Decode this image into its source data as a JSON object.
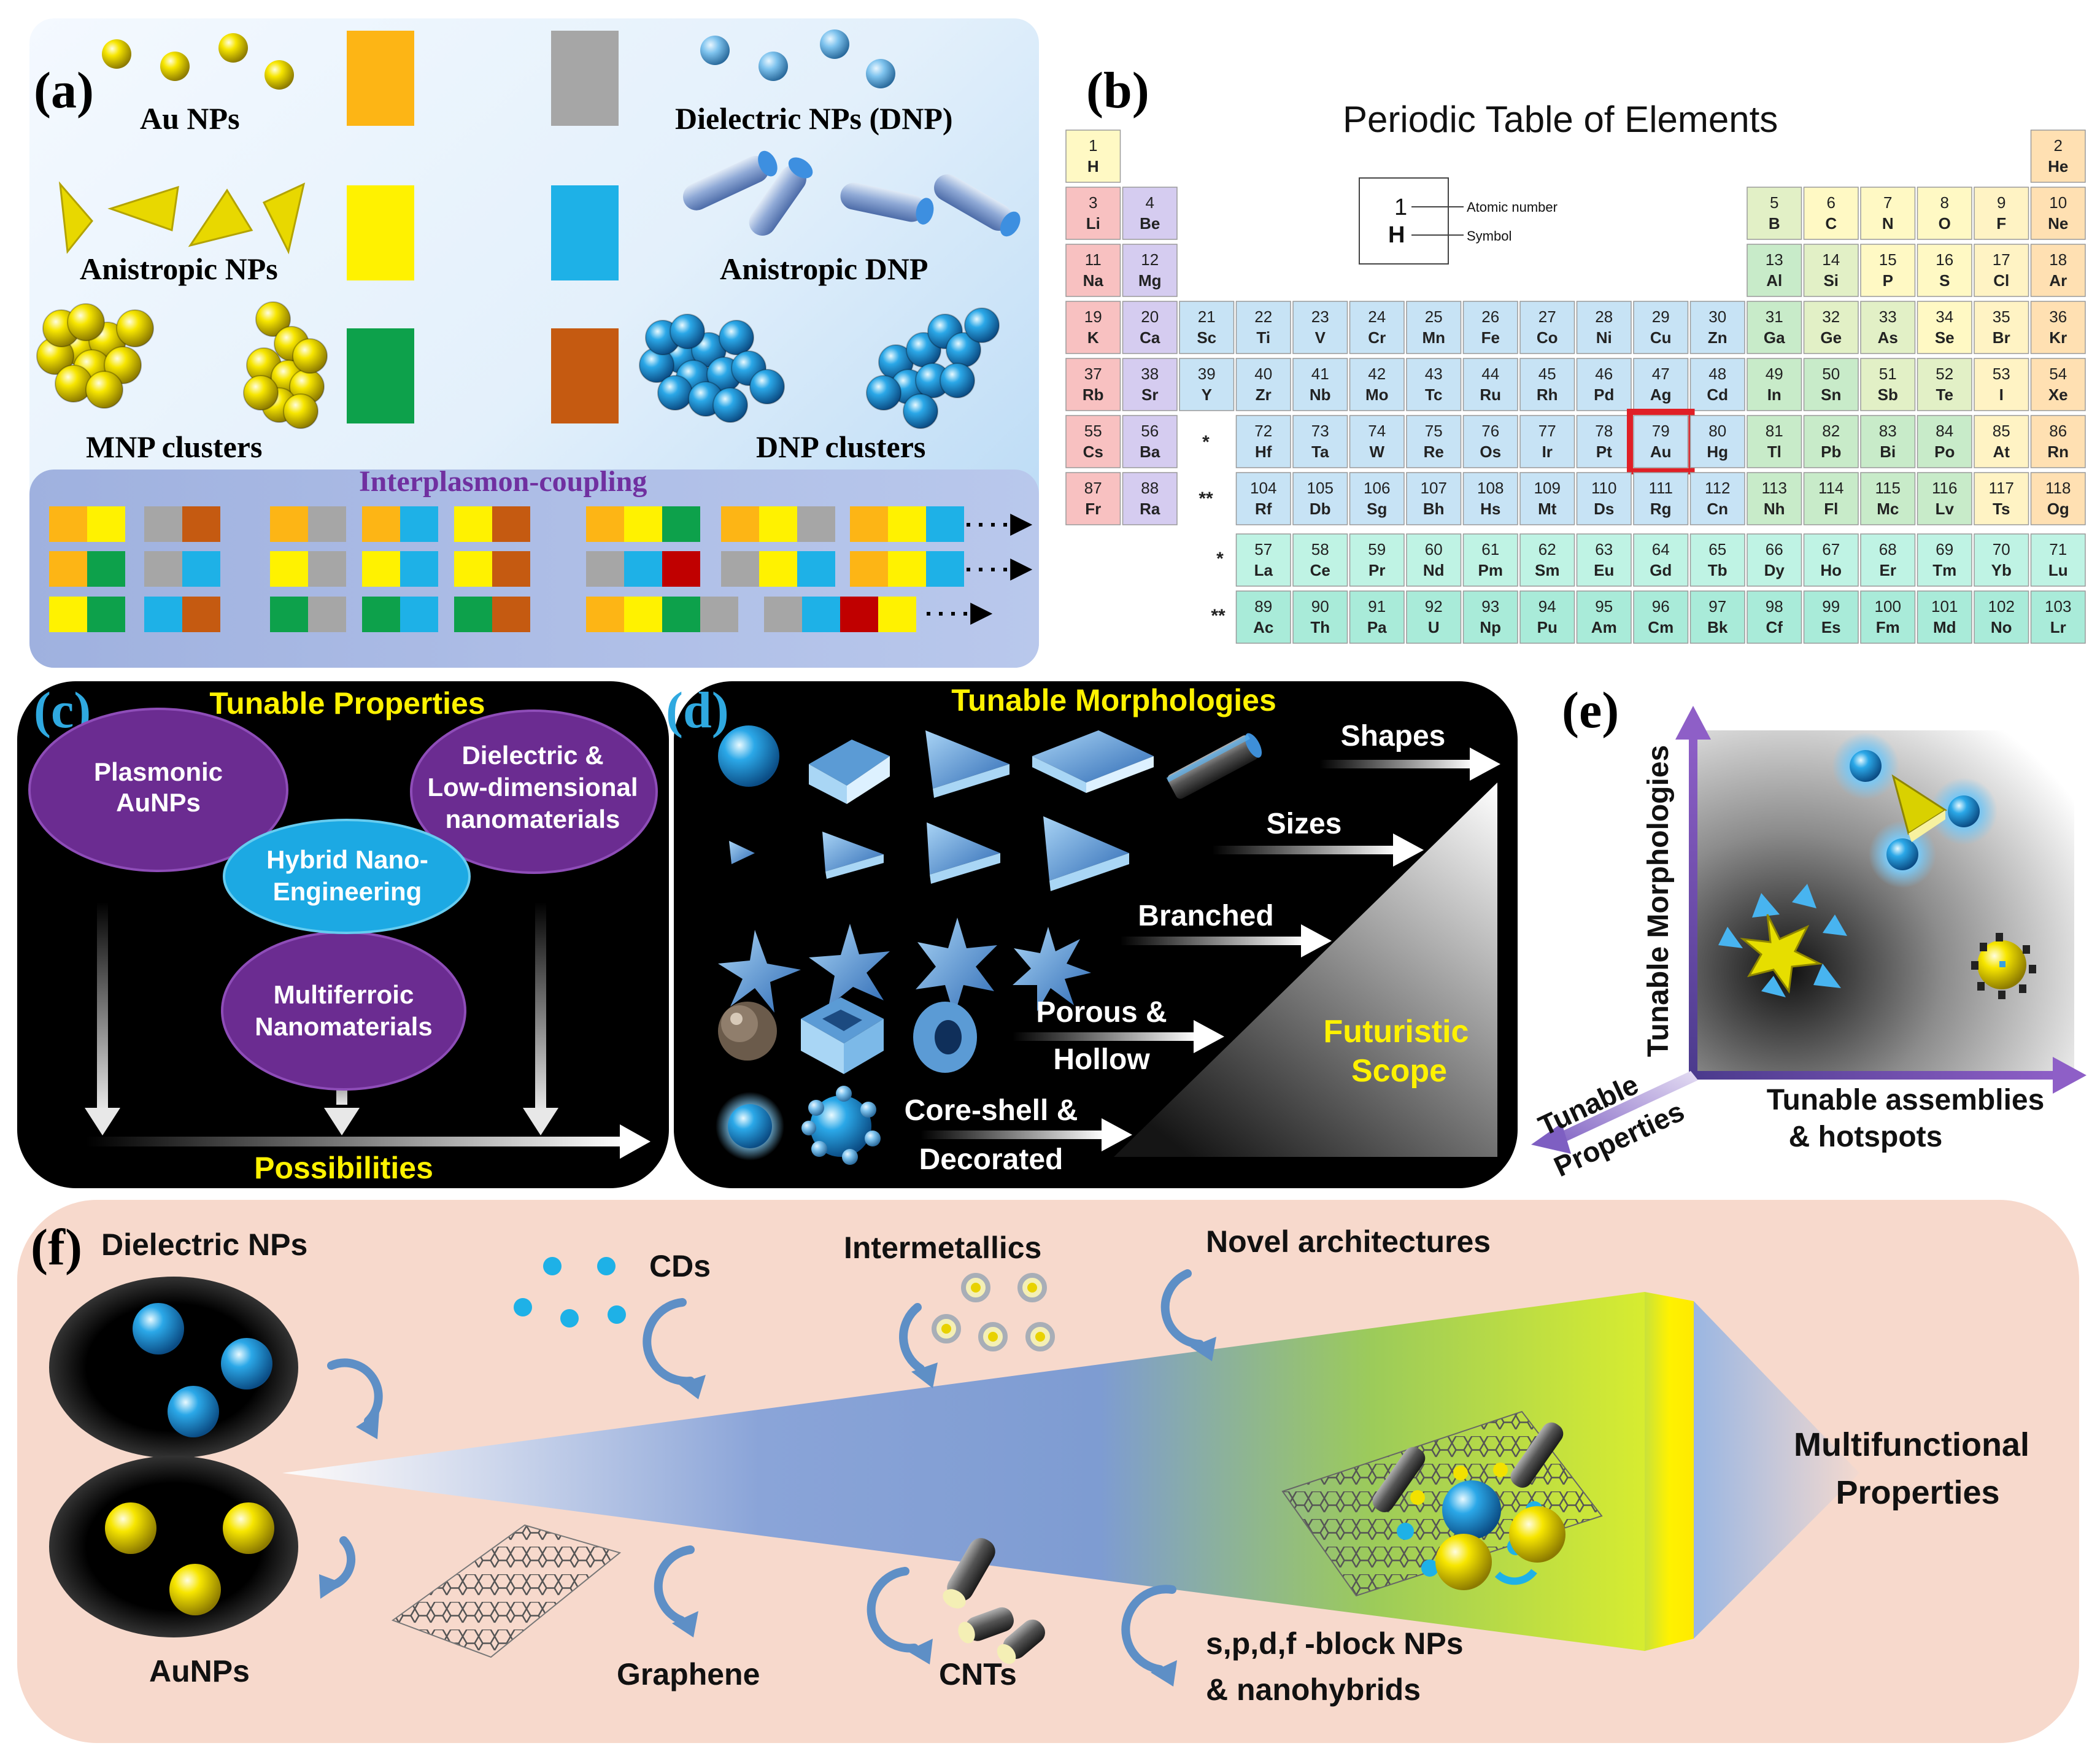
{
  "panel_a": {
    "label": "(a)",
    "au_nps": "Au NPs",
    "dnp": "Dielectric NPs (DNP)",
    "aniso_nps": "Anistropic NPs",
    "aniso_dnp": "Anistropic DNP",
    "mnp_clusters": "MNP clusters",
    "dnp_clusters": "DNP clusters",
    "coupling_title": "Interplasmon-coupling",
    "swatch_colors": {
      "orange": "#FDB515",
      "gray": "#A6A6A6",
      "yellow": "#FFF200",
      "blue": "#1EB1E7",
      "green": "#0DA14B",
      "brown": "#C55A11",
      "red": "#C00000"
    }
  },
  "panel_b": {
    "label": "(b)",
    "title": "Periodic Table of Elements",
    "legend": {
      "number": "1",
      "symbol": "H",
      "number_label": "Atomic number",
      "symbol_label": "Symbol"
    },
    "highlight": "Au",
    "row_markers": [
      "*",
      "**"
    ],
    "elements": [
      {
        "n": "1",
        "s": "H",
        "r": 1,
        "c": 1,
        "g": "nonmetal"
      },
      {
        "n": "2",
        "s": "He",
        "r": 1,
        "c": 18,
        "g": "noble"
      },
      {
        "n": "3",
        "s": "Li",
        "r": 2,
        "c": 1,
        "g": "alkali"
      },
      {
        "n": "4",
        "s": "Be",
        "r": 2,
        "c": 2,
        "g": "alkaline"
      },
      {
        "n": "5",
        "s": "B",
        "r": 2,
        "c": 13,
        "g": "metalloid"
      },
      {
        "n": "6",
        "s": "C",
        "r": 2,
        "c": 14,
        "g": "nonmetal"
      },
      {
        "n": "7",
        "s": "N",
        "r": 2,
        "c": 15,
        "g": "nonmetal"
      },
      {
        "n": "8",
        "s": "O",
        "r": 2,
        "c": 16,
        "g": "nonmetal"
      },
      {
        "n": "9",
        "s": "F",
        "r": 2,
        "c": 17,
        "g": "halogen"
      },
      {
        "n": "10",
        "s": "Ne",
        "r": 2,
        "c": 18,
        "g": "noble"
      },
      {
        "n": "11",
        "s": "Na",
        "r": 3,
        "c": 1,
        "g": "alkali"
      },
      {
        "n": "12",
        "s": "Mg",
        "r": 3,
        "c": 2,
        "g": "alkaline"
      },
      {
        "n": "13",
        "s": "Al",
        "r": 3,
        "c": 13,
        "g": "post"
      },
      {
        "n": "14",
        "s": "Si",
        "r": 3,
        "c": 14,
        "g": "metalloid"
      },
      {
        "n": "15",
        "s": "P",
        "r": 3,
        "c": 15,
        "g": "nonmetal"
      },
      {
        "n": "16",
        "s": "S",
        "r": 3,
        "c": 16,
        "g": "nonmetal"
      },
      {
        "n": "17",
        "s": "Cl",
        "r": 3,
        "c": 17,
        "g": "halogen"
      },
      {
        "n": "18",
        "s": "Ar",
        "r": 3,
        "c": 18,
        "g": "noble"
      },
      {
        "n": "19",
        "s": "K",
        "r": 4,
        "c": 1,
        "g": "alkali"
      },
      {
        "n": "20",
        "s": "Ca",
        "r": 4,
        "c": 2,
        "g": "alkaline"
      },
      {
        "n": "21",
        "s": "Sc",
        "r": 4,
        "c": 3,
        "g": "transition"
      },
      {
        "n": "22",
        "s": "Ti",
        "r": 4,
        "c": 4,
        "g": "transition"
      },
      {
        "n": "23",
        "s": "V",
        "r": 4,
        "c": 5,
        "g": "transition"
      },
      {
        "n": "24",
        "s": "Cr",
        "r": 4,
        "c": 6,
        "g": "transition"
      },
      {
        "n": "25",
        "s": "Mn",
        "r": 4,
        "c": 7,
        "g": "transition"
      },
      {
        "n": "26",
        "s": "Fe",
        "r": 4,
        "c": 8,
        "g": "transition"
      },
      {
        "n": "27",
        "s": "Co",
        "r": 4,
        "c": 9,
        "g": "transition"
      },
      {
        "n": "28",
        "s": "Ni",
        "r": 4,
        "c": 10,
        "g": "transition"
      },
      {
        "n": "29",
        "s": "Cu",
        "r": 4,
        "c": 11,
        "g": "transition"
      },
      {
        "n": "30",
        "s": "Zn",
        "r": 4,
        "c": 12,
        "g": "transition"
      },
      {
        "n": "31",
        "s": "Ga",
        "r": 4,
        "c": 13,
        "g": "post"
      },
      {
        "n": "32",
        "s": "Ge",
        "r": 4,
        "c": 14,
        "g": "metalloid"
      },
      {
        "n": "33",
        "s": "As",
        "r": 4,
        "c": 15,
        "g": "metalloid"
      },
      {
        "n": "34",
        "s": "Se",
        "r": 4,
        "c": 16,
        "g": "nonmetal"
      },
      {
        "n": "35",
        "s": "Br",
        "r": 4,
        "c": 17,
        "g": "halogen"
      },
      {
        "n": "36",
        "s": "Kr",
        "r": 4,
        "c": 18,
        "g": "noble"
      },
      {
        "n": "37",
        "s": "Rb",
        "r": 5,
        "c": 1,
        "g": "alkali"
      },
      {
        "n": "38",
        "s": "Sr",
        "r": 5,
        "c": 2,
        "g": "alkaline"
      },
      {
        "n": "39",
        "s": "Y",
        "r": 5,
        "c": 3,
        "g": "transition"
      },
      {
        "n": "40",
        "s": "Zr",
        "r": 5,
        "c": 4,
        "g": "transition"
      },
      {
        "n": "41",
        "s": "Nb",
        "r": 5,
        "c": 5,
        "g": "transition"
      },
      {
        "n": "42",
        "s": "Mo",
        "r": 5,
        "c": 6,
        "g": "transition"
      },
      {
        "n": "43",
        "s": "Tc",
        "r": 5,
        "c": 7,
        "g": "transition"
      },
      {
        "n": "44",
        "s": "Ru",
        "r": 5,
        "c": 8,
        "g": "transition"
      },
      {
        "n": "45",
        "s": "Rh",
        "r": 5,
        "c": 9,
        "g": "transition"
      },
      {
        "n": "46",
        "s": "Pd",
        "r": 5,
        "c": 10,
        "g": "transition"
      },
      {
        "n": "47",
        "s": "Ag",
        "r": 5,
        "c": 11,
        "g": "transition"
      },
      {
        "n": "48",
        "s": "Cd",
        "r": 5,
        "c": 12,
        "g": "transition"
      },
      {
        "n": "49",
        "s": "In",
        "r": 5,
        "c": 13,
        "g": "post"
      },
      {
        "n": "50",
        "s": "Sn",
        "r": 5,
        "c": 14,
        "g": "post"
      },
      {
        "n": "51",
        "s": "Sb",
        "r": 5,
        "c": 15,
        "g": "metalloid"
      },
      {
        "n": "52",
        "s": "Te",
        "r": 5,
        "c": 16,
        "g": "metalloid"
      },
      {
        "n": "53",
        "s": "I",
        "r": 5,
        "c": 17,
        "g": "halogen"
      },
      {
        "n": "54",
        "s": "Xe",
        "r": 5,
        "c": 18,
        "g": "noble"
      },
      {
        "n": "55",
        "s": "Cs",
        "r": 6,
        "c": 1,
        "g": "alkali"
      },
      {
        "n": "56",
        "s": "Ba",
        "r": 6,
        "c": 2,
        "g": "alkaline"
      },
      {
        "n": "72",
        "s": "Hf",
        "r": 6,
        "c": 4,
        "g": "transition"
      },
      {
        "n": "73",
        "s": "Ta",
        "r": 6,
        "c": 5,
        "g": "transition"
      },
      {
        "n": "74",
        "s": "W",
        "r": 6,
        "c": 6,
        "g": "transition"
      },
      {
        "n": "75",
        "s": "Re",
        "r": 6,
        "c": 7,
        "g": "transition"
      },
      {
        "n": "76",
        "s": "Os",
        "r": 6,
        "c": 8,
        "g": "transition"
      },
      {
        "n": "77",
        "s": "Ir",
        "r": 6,
        "c": 9,
        "g": "transition"
      },
      {
        "n": "78",
        "s": "Pt",
        "r": 6,
        "c": 10,
        "g": "transition"
      },
      {
        "n": "79",
        "s": "Au",
        "r": 6,
        "c": 11,
        "g": "transition"
      },
      {
        "n": "80",
        "s": "Hg",
        "r": 6,
        "c": 12,
        "g": "transition"
      },
      {
        "n": "81",
        "s": "Tl",
        "r": 6,
        "c": 13,
        "g": "post"
      },
      {
        "n": "82",
        "s": "Pb",
        "r": 6,
        "c": 14,
        "g": "post"
      },
      {
        "n": "83",
        "s": "Bi",
        "r": 6,
        "c": 15,
        "g": "post"
      },
      {
        "n": "84",
        "s": "Po",
        "r": 6,
        "c": 16,
        "g": "post"
      },
      {
        "n": "85",
        "s": "At",
        "r": 6,
        "c": 17,
        "g": "halogen"
      },
      {
        "n": "86",
        "s": "Rn",
        "r": 6,
        "c": 18,
        "g": "noble"
      },
      {
        "n": "87",
        "s": "Fr",
        "r": 7,
        "c": 1,
        "g": "alkali"
      },
      {
        "n": "88",
        "s": "Ra",
        "r": 7,
        "c": 2,
        "g": "alkaline"
      },
      {
        "n": "104",
        "s": "Rf",
        "r": 7,
        "c": 4,
        "g": "transition"
      },
      {
        "n": "105",
        "s": "Db",
        "r": 7,
        "c": 5,
        "g": "transition"
      },
      {
        "n": "106",
        "s": "Sg",
        "r": 7,
        "c": 6,
        "g": "transition"
      },
      {
        "n": "107",
        "s": "Bh",
        "r": 7,
        "c": 7,
        "g": "transition"
      },
      {
        "n": "108",
        "s": "Hs",
        "r": 7,
        "c": 8,
        "g": "transition"
      },
      {
        "n": "109",
        "s": "Mt",
        "r": 7,
        "c": 9,
        "g": "transition"
      },
      {
        "n": "110",
        "s": "Ds",
        "r": 7,
        "c": 10,
        "g": "transition"
      },
      {
        "n": "111",
        "s": "Rg",
        "r": 7,
        "c": 11,
        "g": "transition"
      },
      {
        "n": "112",
        "s": "Cn",
        "r": 7,
        "c": 12,
        "g": "transition"
      },
      {
        "n": "113",
        "s": "Nh",
        "r": 7,
        "c": 13,
        "g": "post"
      },
      {
        "n": "114",
        "s": "Fl",
        "r": 7,
        "c": 14,
        "g": "post"
      },
      {
        "n": "115",
        "s": "Mc",
        "r": 7,
        "c": 15,
        "g": "post"
      },
      {
        "n": "116",
        "s": "Lv",
        "r": 7,
        "c": 16,
        "g": "post"
      },
      {
        "n": "117",
        "s": "Ts",
        "r": 7,
        "c": 17,
        "g": "halogen"
      },
      {
        "n": "118",
        "s": "Og",
        "r": 7,
        "c": 18,
        "g": "noble"
      },
      {
        "n": "57",
        "s": "La",
        "r": 9,
        "c": 4,
        "g": "ln"
      },
      {
        "n": "58",
        "s": "Ce",
        "r": 9,
        "c": 5,
        "g": "ln"
      },
      {
        "n": "59",
        "s": "Pr",
        "r": 9,
        "c": 6,
        "g": "ln"
      },
      {
        "n": "60",
        "s": "Nd",
        "r": 9,
        "c": 7,
        "g": "ln"
      },
      {
        "n": "61",
        "s": "Pm",
        "r": 9,
        "c": 8,
        "g": "ln"
      },
      {
        "n": "62",
        "s": "Sm",
        "r": 9,
        "c": 9,
        "g": "ln"
      },
      {
        "n": "63",
        "s": "Eu",
        "r": 9,
        "c": 10,
        "g": "ln"
      },
      {
        "n": "64",
        "s": "Gd",
        "r": 9,
        "c": 11,
        "g": "ln"
      },
      {
        "n": "65",
        "s": "Tb",
        "r": 9,
        "c": 12,
        "g": "ln"
      },
      {
        "n": "66",
        "s": "Dy",
        "r": 9,
        "c": 13,
        "g": "ln"
      },
      {
        "n": "67",
        "s": "Ho",
        "r": 9,
        "c": 14,
        "g": "ln"
      },
      {
        "n": "68",
        "s": "Er",
        "r": 9,
        "c": 15,
        "g": "ln"
      },
      {
        "n": "69",
        "s": "Tm",
        "r": 9,
        "c": 16,
        "g": "ln"
      },
      {
        "n": "70",
        "s": "Yb",
        "r": 9,
        "c": 17,
        "g": "ln"
      },
      {
        "n": "71",
        "s": "Lu",
        "r": 9,
        "c": 18,
        "g": "ln"
      },
      {
        "n": "89",
        "s": "Ac",
        "r": 10,
        "c": 4,
        "g": "ac"
      },
      {
        "n": "90",
        "s": "Th",
        "r": 10,
        "c": 5,
        "g": "ac"
      },
      {
        "n": "91",
        "s": "Pa",
        "r": 10,
        "c": 6,
        "g": "ac"
      },
      {
        "n": "92",
        "s": "U",
        "r": 10,
        "c": 7,
        "g": "ac"
      },
      {
        "n": "93",
        "s": "Np",
        "r": 10,
        "c": 8,
        "g": "ac"
      },
      {
        "n": "94",
        "s": "Pu",
        "r": 10,
        "c": 9,
        "g": "ac"
      },
      {
        "n": "95",
        "s": "Am",
        "r": 10,
        "c": 10,
        "g": "ac"
      },
      {
        "n": "96",
        "s": "Cm",
        "r": 10,
        "c": 11,
        "g": "ac"
      },
      {
        "n": "97",
        "s": "Bk",
        "r": 10,
        "c": 12,
        "g": "ac"
      },
      {
        "n": "98",
        "s": "Cf",
        "r": 10,
        "c": 13,
        "g": "ac"
      },
      {
        "n": "99",
        "s": "Es",
        "r": 10,
        "c": 14,
        "g": "ac"
      },
      {
        "n": "100",
        "s": "Fm",
        "r": 10,
        "c": 15,
        "g": "ac"
      },
      {
        "n": "101",
        "s": "Md",
        "r": 10,
        "c": 16,
        "g": "ac"
      },
      {
        "n": "102",
        "s": "No",
        "r": 10,
        "c": 17,
        "g": "ac"
      },
      {
        "n": "103",
        "s": "Lr",
        "r": 10,
        "c": 18,
        "g": "ac"
      }
    ],
    "group_colors": {
      "nonmetal": "#FFF9C4",
      "noble": "#FFE0B2",
      "alkali": "#F8C1C1",
      "alkaline": "#D5CCF0",
      "transition": "#C7E3F5",
      "post": "#C8EBC9",
      "metalloid": "#E2F0C6",
      "halogen": "#FFF3C4",
      "ln": "#BFF3E4",
      "ac": "#A9EBD9"
    },
    "highlight_color": "#E01F26"
  },
  "panel_c": {
    "label": "(c)",
    "title": "Tunable Properties",
    "plasmonic": [
      "Plasmonic",
      "AuNPs"
    ],
    "dielectric": [
      "Dielectric &",
      "Low-dimensional",
      "nanomaterials"
    ],
    "hybrid": [
      "Hybrid Nano-",
      "Engineering"
    ],
    "multiferroic": [
      "Multiferroic",
      "Nanomaterials"
    ],
    "possibilities": "Possibilities"
  },
  "panel_d": {
    "label": "(d)",
    "title": "Tunable Morphologies",
    "shapes": "Shapes",
    "sizes": "Sizes",
    "branched": "Branched",
    "porous": [
      "Porous &",
      "Hollow"
    ],
    "coreshell": [
      "Core-shell &",
      "Decorated"
    ],
    "futuristic": [
      "Futuristic",
      "Scope"
    ]
  },
  "panel_e": {
    "label": "(e)",
    "y_axis": "Tunable Morphologies",
    "x_axis": [
      "Tunable assemblies",
      "& hotspots"
    ],
    "z_axis": [
      "Tunable",
      "Properties"
    ]
  },
  "panel_f": {
    "label": "(f)",
    "dielectric": "Dielectric NPs",
    "aunps": "AuNPs",
    "cds": "CDs",
    "intermetallics": "Intermetallics",
    "novel": "Novel architectures",
    "graphene": "Graphene",
    "cnts": "CNTs",
    "spdf": [
      "s,p,d,f -block NPs",
      "& nanohybrids"
    ],
    "multifunctional": [
      "Multifunctional",
      "Properties"
    ]
  }
}
